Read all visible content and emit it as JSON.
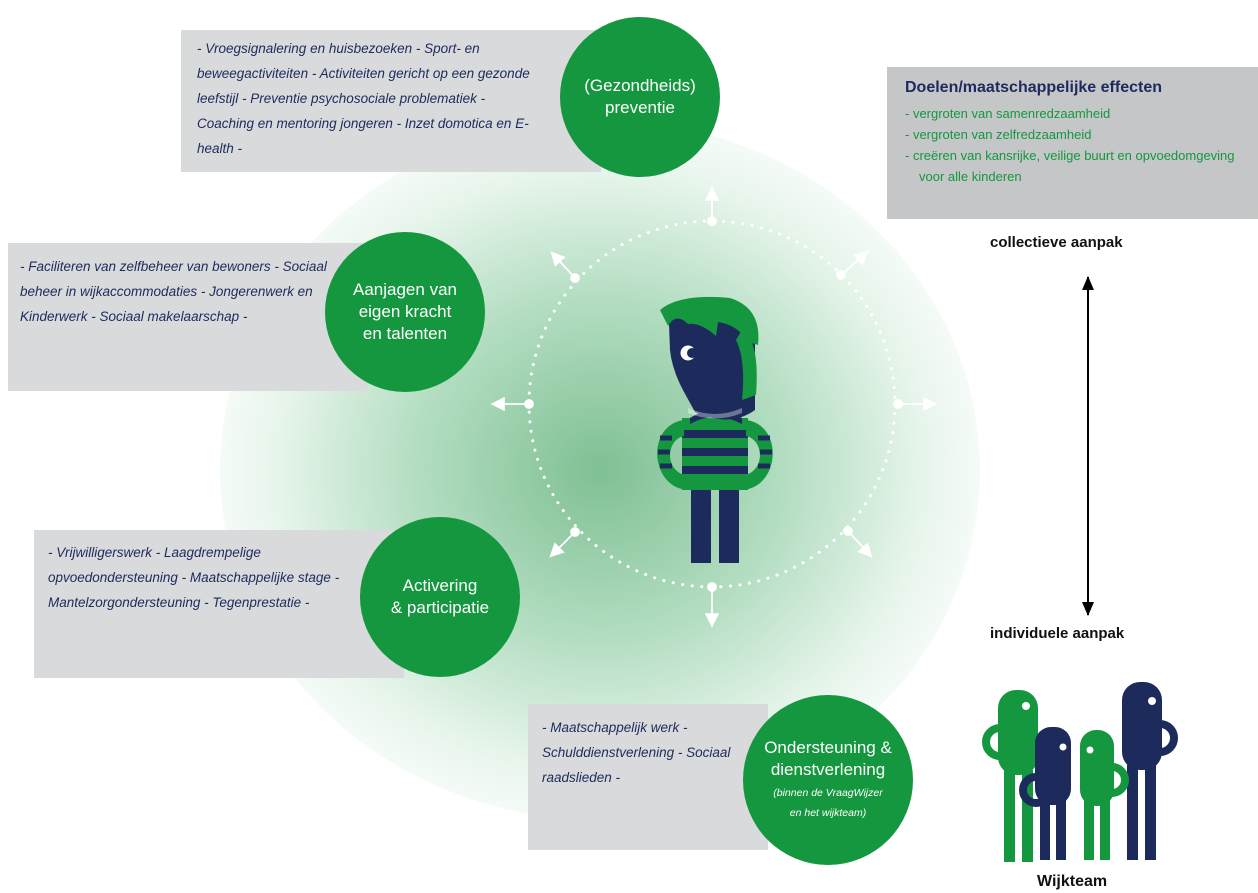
{
  "categories": [
    {
      "title": "(Gezondheids) preventie",
      "title_lines": [
        "(Gezondheids)",
        "preventie"
      ],
      "items": "- Vroegsignalering en huisbezoeken - Sport- en beweegactiviteiten - Activiteiten gericht op een gezonde leefstijl - Preventie psychosociale problematiek - Coaching en mentoring jongeren - Inzet domotica en E-health -"
    },
    {
      "title": "Aanjagen van eigen kracht en talenten",
      "title_lines": [
        "Aanjagen van",
        "eigen kracht",
        "en talenten"
      ],
      "items": "- Faciliteren van zelfbeheer van bewoners - Sociaal beheer in wijkaccommodaties - Jongerenwerk en Kinderwerk - Sociaal makelaarschap -"
    },
    {
      "title": "Activering & participatie",
      "title_lines": [
        "Activering",
        "& participatie"
      ],
      "items": "- Vrijwilligerswerk - Laagdrempelige opvoedondersteuning - Maatschappelijke stage - Mantelzorgondersteuning - Tegenprestatie -"
    },
    {
      "title": "Ondersteuning & dienstverlening",
      "title_lines": [
        "Ondersteuning &",
        "dienstverlening"
      ],
      "subtitle_lines": [
        "(binnen de VraagWijzer",
        "en het wijkteam)"
      ],
      "items": "- Maatschappelijk werk - Schulddienstverlening - Sociaal raadslieden -"
    }
  ],
  "goals": {
    "title": "Doelen/maatschappelijke effecten",
    "items": [
      "- vergroten van samenredzaamheid",
      "- vergroten van zelfredzaamheid",
      "- creëren van kansrijke, veilige buurt en opvoedomgeving voor alle kinderen"
    ]
  },
  "axis": {
    "top_label": "collectieve aanpak",
    "bottom_label": "individuele aanpak"
  },
  "team_label": "Wijkteam",
  "colors": {
    "green": "#14973e",
    "navy": "#1d2b5c",
    "panel_gray": "#d9dadc",
    "goals_gray": "#c5c6c8"
  },
  "icons": [
    "person-icon",
    "team-icon",
    "expand-arrow-icon"
  ]
}
